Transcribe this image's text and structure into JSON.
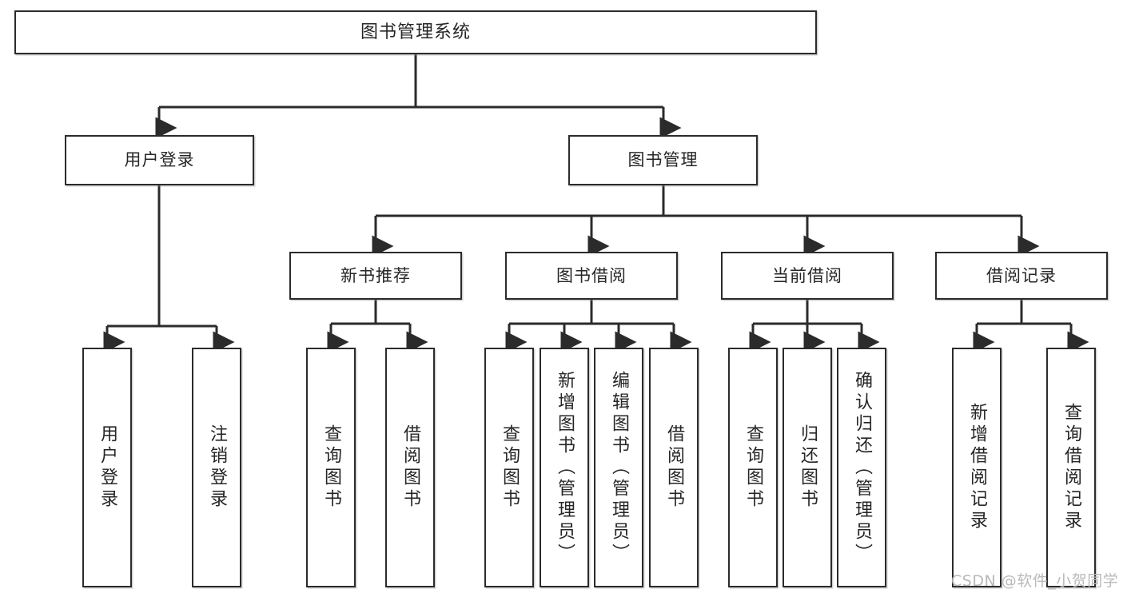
{
  "diagram": {
    "title": "图书管理系统",
    "type": "tree-hierarchy",
    "orientation": "top-down",
    "colors": {
      "node_border": "#2b2b2b",
      "node_fill": "#ffffff",
      "edge": "#2b2b2b",
      "text": "#262626",
      "watermark": "#b9b9b9"
    }
  },
  "nodes": {
    "root": {
      "label": "图书管理系统"
    },
    "level2": [
      {
        "id": "user-login",
        "label": "用户登录"
      },
      {
        "id": "book-management",
        "label": "图书管理"
      }
    ],
    "level3": [
      {
        "id": "new-book-recommend",
        "label": "新书推荐"
      },
      {
        "id": "book-borrow",
        "label": "图书借阅"
      },
      {
        "id": "current-borrow",
        "label": "当前借阅"
      },
      {
        "id": "borrow-record",
        "label": "借阅记录"
      }
    ],
    "leaves": [
      {
        "id": "leaf-user-login",
        "label": "用户登录"
      },
      {
        "id": "leaf-logout",
        "label": "注销登录"
      },
      {
        "id": "leaf-query-book-1",
        "label": "查询图书"
      },
      {
        "id": "leaf-borrow-book-1",
        "label": "借阅图书"
      },
      {
        "id": "leaf-query-book-2",
        "label": "查询图书"
      },
      {
        "id": "leaf-add-book",
        "label": "新增图书（管理员）"
      },
      {
        "id": "leaf-edit-book",
        "label": "编辑图书（管理员）"
      },
      {
        "id": "leaf-borrow-book-2",
        "label": "借阅图书"
      },
      {
        "id": "leaf-query-book-3",
        "label": "查询图书"
      },
      {
        "id": "leaf-return-book",
        "label": "归还图书"
      },
      {
        "id": "leaf-confirm-return",
        "label": "确认归还（管理员）"
      },
      {
        "id": "leaf-add-record",
        "label": "新增借阅记录"
      },
      {
        "id": "leaf-query-record",
        "label": "查询借阅记录"
      }
    ]
  },
  "watermark": {
    "text": "CSDN @软件_小贺同学"
  }
}
